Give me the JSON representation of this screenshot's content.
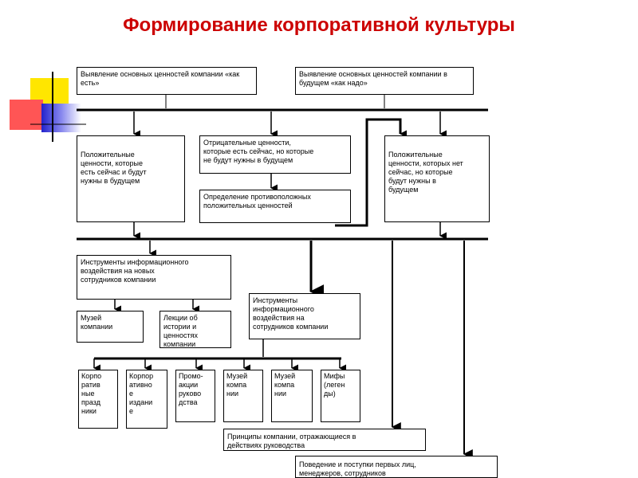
{
  "title": "Формирование корпоративной культуры",
  "colors": {
    "title": "#cc0000",
    "deco_yellow": "#ffe600",
    "deco_red": "#ff3333",
    "deco_blue": "#2222cc"
  },
  "boxes": {
    "current_values": "Выявление основных ценностей компании «как есть»",
    "future_values": "Выявление основных ценностей компании в будущем «как надо»",
    "positive_now": "Положительные\nценности, которые\nесть сейчас и будут\nнужны в будущем",
    "negative_now": "Отрицательные ценности,\nкоторые есть сейчас, но которые\nне будут нужны в будущем",
    "opposite_positive": "Определение противоположных\nположительных ценностей",
    "positive_future": "Положительные\nценности, которых нет\nсейчас, но которые\nбудут нужны в\nбудущем",
    "tools_new": "Инструменты информационного\nвоздействия на новых\nсотрудников компании",
    "museum": "Музей\nкомпании",
    "lectures": "Лекции об\nистории и\nценностях\nкомпании",
    "tools_staff": "Инструменты\nинформационного\nвоздействия на\nсотрудников компании",
    "corp_holidays": "Корпо\nратив\nные\nпразд\nники",
    "corp_edition": "Корпор\nативно\nе\nиздани\nе",
    "promo": "Промо-\nакции\nруково\nдства",
    "museum2": "Музей\nкомпа\nнии",
    "museum3": "Музей\nкомпа\nнии",
    "myths": "Мифы\n(леген\nды)",
    "principles": "Принципы компании, отражающиеся в\nдействиях руководства",
    "behavior": "Поведение и поступки первых лиц,\nменеджеров, сотрудников"
  }
}
